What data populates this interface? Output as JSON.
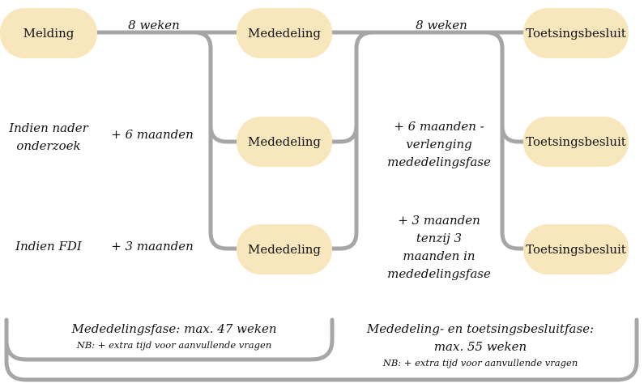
{
  "nodes": {
    "melding": "Melding",
    "mededeling_top": "Mededeling",
    "mededeling_mid": "Mededeling",
    "mededeling_bottom": "Mededeling",
    "toetsing_top": "Toetsingsbesluit",
    "toetsing_mid": "Toetsingsbesluit",
    "toetsing_bottom": "Toetsingsbesluit"
  },
  "labels": {
    "weeks_1": "8 weken",
    "weeks_2": "8 weken",
    "condition_1": "Indien nader onderzoek",
    "extension_1": "+ 6 maanden",
    "condition_2": "Indien FDI",
    "extension_2": "+ 3 maanden",
    "extension_3": "+ 6 maanden - verlenging mededelingsfase",
    "extension_4": "+ 3 maanden tenzij 3 maanden in mededelingsfase"
  },
  "footer": {
    "left_main": "Mededelingsfase: max. 47 weken",
    "left_nb": "NB: + extra tijd voor aanvullende vragen",
    "right_main": "Mededeling- en toetsingsbesluitfase: max. 55 weken",
    "right_nb": "NB: + extra tijd voor aanvullende vragen"
  },
  "colors": {
    "node_fill": "#f8e6bc",
    "connector": "#a6a6a6"
  }
}
